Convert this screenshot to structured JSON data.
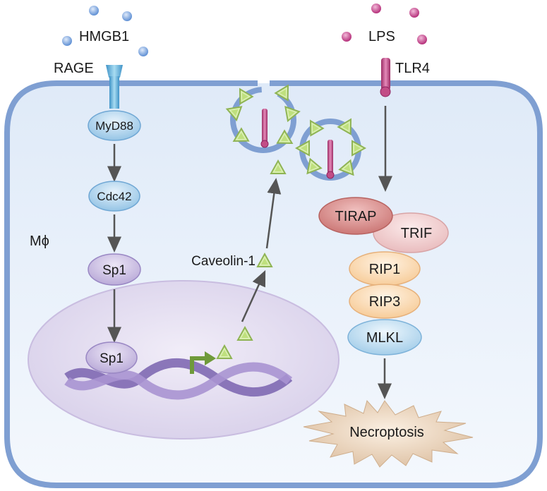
{
  "ligands": {
    "hmgb1": "HMGB1",
    "lps": "LPS"
  },
  "receptors": {
    "rage": "RAGE",
    "tlr4": "TLR4"
  },
  "cell": {
    "label": "Mϕ"
  },
  "left_pathway": {
    "myd88": "MyD88",
    "cdc42": "Cdc42",
    "sp1_cytoplasm": "Sp1",
    "sp1_nucleus": "Sp1",
    "caveolin": "Caveolin-1"
  },
  "right_pathway": {
    "tirap": "TIRAP",
    "trif": "TRIF",
    "rip1": "RIP1",
    "rip3": "RIP3",
    "mlkl": "MLKL",
    "outcome": "Necroptosis"
  },
  "colors": {
    "membrane": "#7f9fd2",
    "cytoplasm": "#e8f1fa",
    "nucleus": "#e3ddf0",
    "hmgb1": "#6f9ad6",
    "lps": "#c63f86",
    "receptor_tlr4": "#c24d86",
    "receptor_rage": "#6ab6dd",
    "caveolin": "#cde7a0",
    "tirap": "#d98a8a",
    "trif": "#f2d0d0",
    "rip": "#fbe0c4",
    "mlkl": "#cfe5f5",
    "necroptosis": "#e8d2b8"
  }
}
